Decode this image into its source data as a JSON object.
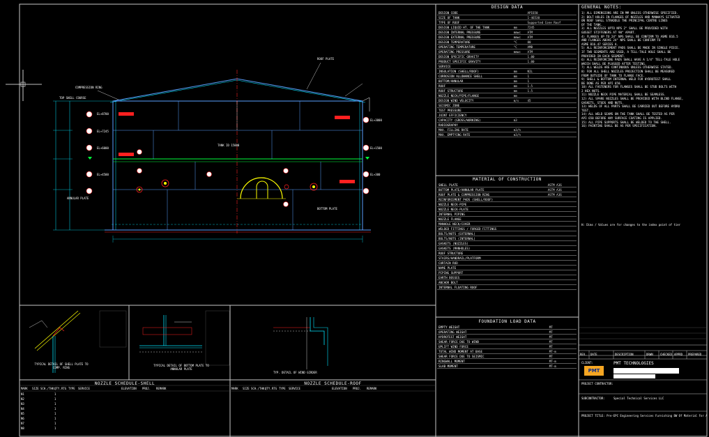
{
  "design_data": {
    "title": "DESIGN DATA",
    "rows": [
      [
        "DESIGN CODE",
        "",
        "API650"
      ],
      [
        "SIZE OF TANK",
        "",
        "1-46530"
      ],
      [
        "TYPE OF ROOF",
        "",
        "Supported Cone Roof"
      ],
      [
        "DESIGN LIQUID HT. OF THE TANK",
        "mm",
        "7245"
      ],
      [
        "DESIGN INTERNAL PRESSURE",
        "mmwc",
        "ATM"
      ],
      [
        "DESIGN EXTERNAL PRESSURE",
        "mmwc",
        "ATM"
      ],
      [
        "DESIGN TEMPERATURE",
        "°C",
        "80"
      ],
      [
        "OPERATING TEMPERATURE",
        "°C",
        "AMB"
      ],
      [
        "OPERATING PRESSURE",
        "mmwc",
        "ATM"
      ],
      [
        "DESIGN SPECIFIC GRAVITY",
        "",
        "1.00"
      ],
      [
        "PRODUCT SPECIFIC GRAVITY",
        "",
        "1.00"
      ],
      [
        "SERVICE",
        "",
        ""
      ],
      [
        "INSULATION (SHELL/ROOF)",
        "mm",
        "NIL"
      ],
      [
        "CORROSION ALLOWANCE  SHELL",
        "mm",
        "1"
      ],
      [
        "BOTTOM/ANNULAR",
        "mm",
        "1"
      ],
      [
        "ROOF",
        "mm",
        "1.5"
      ],
      [
        "ROOF STRUCTURE",
        "mm",
        "1.5"
      ],
      [
        "NOZZLE NECK/PIPE/FLANGE",
        "mm",
        ""
      ],
      [
        "DESIGN WIND VELOCITY",
        "m/s",
        "45"
      ],
      [
        "SEISMIC ZONE",
        "",
        ""
      ],
      [
        "TEST PRESSURE",
        "",
        ""
      ],
      [
        "JOINT EFFICIENCY",
        "",
        ""
      ],
      [
        "CAPACITY (GROSS/WORKING)",
        "m3",
        ""
      ],
      [
        "RADIOGRAPHY",
        "",
        ""
      ],
      [
        "MAX. FILLING RATE",
        "m3/h",
        ""
      ],
      [
        "MAX. EMPTYING RATE",
        "m3/h",
        ""
      ]
    ]
  },
  "material_of_construction": {
    "title": "MATERIAL OF CONSTRUCTION",
    "rows": [
      [
        "SHELL PLATE",
        "ASTM A36"
      ],
      [
        "BOTTOM PLATE/ANNULAR PLATE",
        "ASTM A36"
      ],
      [
        "ROOF PLATE & COMPRESSION RING",
        "ASTM A36"
      ],
      [
        "REINFORCEMENT PADS (SHELL/ROOF)",
        ""
      ],
      [
        "NOZZLE NECK-PIPE",
        ""
      ],
      [
        "NOZZLE NECK-PLATE",
        ""
      ],
      [
        "INTERNAL PIPING",
        ""
      ],
      [
        "NOZZLE FLANGE",
        ""
      ],
      [
        "MANHOLE NECK/COVER",
        ""
      ],
      [
        "WELDED FITTINGS / FORGED FITTINGS",
        ""
      ],
      [
        "BOLTS/NUTS (EXTERNAL)",
        ""
      ],
      [
        "BOLTS/NUTS (INTERNAL)",
        ""
      ],
      [
        "GASKETS (NOZZLES)",
        ""
      ],
      [
        "GASKETS (MANHOLES)",
        ""
      ],
      [
        "ROOF STRUCTURE",
        ""
      ],
      [
        "STAIRS/HANDRAIL/PLATFORM",
        ""
      ],
      [
        "CURTAIN ROD",
        ""
      ],
      [
        "NAME PLATE",
        ""
      ],
      [
        "PIPING SUPPORT",
        ""
      ],
      [
        "EARTH BOSSES",
        ""
      ],
      [
        "ANCHOR BOLT",
        ""
      ],
      [
        "INTERNAL FLOATING ROOF",
        ""
      ]
    ]
  },
  "foundation_load_data": {
    "title": "FOUNDATION LOAD DATA",
    "rows": [
      [
        "EMPTY WEIGHT",
        "MT",
        ""
      ],
      [
        "OPERATING WEIGHT",
        "MT",
        ""
      ],
      [
        "HYDROTEST WEIGHT",
        "MT",
        ""
      ],
      [
        "SHEAR FORCE DUE TO WIND",
        "MT",
        ""
      ],
      [
        "UPLIFT WIND FORCE",
        "MT",
        ""
      ],
      [
        "TOTAL WIND MOMENT AT BASE",
        "MT-m",
        ""
      ],
      [
        "SHEAR FORCE DUE TO SEISMIC",
        "MT",
        ""
      ],
      [
        "RINGWALL MOMENT",
        "MT-m",
        ""
      ],
      [
        "SLAB MOMENT",
        "MT-m",
        ""
      ]
    ]
  },
  "general_notes": {
    "title": "GENERAL NOTES:",
    "lines": [
      "1)  ALL DIMENSIONS ARE IN MM UNLESS OTHERWISE SPECIFIED.",
      "2)  BOLT HOLES IN FLANGES OF NOZZLES AND MANWAYS SITUATED",
      "    ON ROOF SHALL STRADDLE THE PRINCIPAL CENTRE LINES",
      "    OF THE TANK.",
      "3)  ALL NOZZLES UPTO NPS 2\" SHALL BE PROVIDED WITH",
      "    GUSSET STIFFENERS AT 90° APART.",
      "4)  FLANGES UP TO 24\" NPS SHALL BE CONFIRM TO ASME B16.5",
      "    AND FLANGES ABOVE 24\" NPS SHALL BE CONFIRM TO",
      "    ASME B16.47 SERIES A.",
      "5)  ALL REINFORCEMENT PADS SHALL BE MADE IN SINGLE PIECE.",
      "    IF TWO SEGMENTS ARE USED, A TELL-TALE HOLE SHALL BE",
      "    PROVIDED IN EACH SEGMENT.",
      "6)  ALL REINFORCING PADS SHALL HAVE A 1/4\" TELL-TALE HOLE",
      "    WHICH SHALL BE PLUGGED AFTER TESTING.",
      "7)  ALL WELDS ARE CONTINUOUS UNLESS OTHERWISE STATED.",
      "8)  FOR ALL SHELL NOZZLES PROJECTION SHALL BE MEASURED",
      "    FROM OUTSIDE OF TANK TO FLANGE FACE.",
      "9)  SHELL & BOTTOM INTERNAL WELD FOR HYDROTEST SHALL",
      "    BE DONE AS PER API 650.",
      "10) ALL FASTENERS FOR FLANGES SHALL BE STUD BOLTS WITH",
      "    2 HEX NUTS.",
      "11) NOZZLE NECK PIPE MATERIAL SHALL BE SEAMLESS.",
      "12) ALL SPARE NOZZLES SHALL BE PROVIDED WITH BLIND FLANGE,",
      "    GASKETS, STUDS AND NUTS.",
      "13) WELDS OF ALL PARTS SHALL BE CARRIED OUT BEFORE HYDRO",
      "    TEST.",
      "14) ALL WELD SEAMS ON THE TANK SHALL BE TESTED AS PER",
      "    API 650 BEFORE ANY SURFACE COATING IS APPLIED.",
      "15) ALL PIPE SUPPORTS SHALL BE WELDED TO THE SHELL.",
      "16) PAINTING SHALL BE AS PER SPECIFICATION."
    ]
  },
  "nozzle_schedule_shell": {
    "title": "NOZZLE SCHEDULE-SHELL",
    "headers": [
      "MARK",
      "SIZE",
      "SCH./THK.",
      "QTY.",
      "RTG",
      "TYPE",
      "SERVICE",
      "ELEVATION",
      "PROJ.",
      "REMARK"
    ],
    "rows": [
      [
        "N1",
        "",
        "",
        "1",
        "",
        "",
        "",
        "",
        "",
        ""
      ],
      [
        "N2",
        "",
        "",
        "1",
        "",
        "",
        "",
        "",
        "",
        ""
      ],
      [
        "N3",
        "",
        "",
        "1",
        "",
        "",
        "",
        "",
        "",
        ""
      ],
      [
        "N4",
        "",
        "",
        "1",
        "",
        "",
        "",
        "",
        "",
        ""
      ],
      [
        "N5",
        "",
        "",
        "1",
        "",
        "",
        "",
        "",
        "",
        ""
      ],
      [
        "N6",
        "",
        "",
        "1",
        "",
        "",
        "",
        "",
        "",
        ""
      ],
      [
        "N7",
        "",
        "",
        "1",
        "",
        "",
        "",
        "",
        "",
        ""
      ],
      [
        "N8",
        "",
        "",
        "1",
        "",
        "",
        "",
        "",
        "",
        ""
      ]
    ]
  },
  "nozzle_schedule_roof": {
    "title": "NOZZLE SCHEDULE-ROOF",
    "headers": [
      "MARK",
      "SIZE",
      "SCH./THK.",
      "QTY.",
      "RTG",
      "TYPE",
      "SERVICE",
      "ELEVATION",
      "PROJ.",
      "REMARK"
    ]
  },
  "tank_labels": {
    "roof_plate": "ROOF PLATE",
    "compression_ring": "COMPRESSION RING",
    "top_shell_course": "TOP SHELL COURSE",
    "annular_plate": "ANNULAR PLATE",
    "bottom_plate": "BOTTOM PLATE",
    "tank_id": "TANK ID 15000",
    "elevations": [
      "EL+8700",
      "EL+7245",
      "EL+6000",
      "EL+4500",
      "EL+3000",
      "EL+1500",
      "EL+300"
    ]
  },
  "detail_titles": {
    "detail_a": "TYPICAL DETAIL OF SHELL PLATE TO COMP. RING",
    "detail_b": "TYPICAL DETAIL OF BOTTOM PLATE TO ANNULAR PLATE",
    "detail_c": "TYP. DETAIL OF WIND GIRDER"
  },
  "revision_headers": [
    "REV.",
    "DATE",
    "DESCRIPTION",
    "DRWN",
    "CHECKED",
    "APPRD",
    "PREPARED"
  ],
  "title_block": {
    "company_label": "CLIENT:",
    "company_name": "PMT TECHNOLOGIES",
    "logo": "PMT",
    "contract_label": "PROJECT CONTRACTOR:",
    "subcontractor_label": "SUBCONTRACTOR:",
    "subcontractor_name": "Special Technical Services LLC",
    "project_title": "PROJECT TITLE: Pre-EPC Engineering Services Furnishing BW Of Material For Ahmadi Tank"
  },
  "hold_note": "H: Dims / Values are for changes to the index point of tier",
  "colors": {
    "background": "#000000",
    "structure": "#5aa0ff",
    "cyan": "#00e5ff",
    "red": "#ff2020",
    "green": "#00ff3c",
    "yellow": "#ffff00",
    "white": "#ffffff"
  }
}
